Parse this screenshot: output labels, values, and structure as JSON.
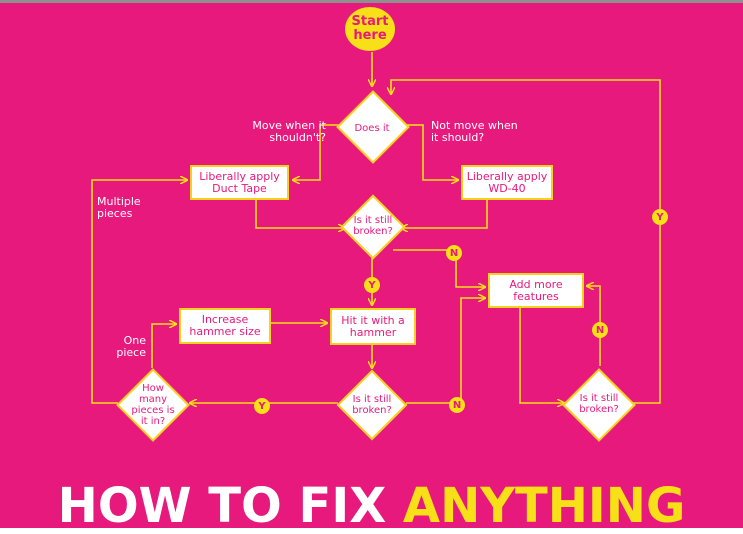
{
  "start": {
    "line1": "Start",
    "line2": "here"
  },
  "decisions": {
    "does_it": "Does it",
    "still_broken_top": {
      "line1": "Is it still",
      "line2": "broken?"
    },
    "still_broken_mid": {
      "line1": "Is it still",
      "line2": "broken?"
    },
    "still_broken_right": {
      "line1": "Is it still",
      "line2": "broken?"
    },
    "how_many": {
      "line1": "How",
      "line2": "many",
      "line3": "pieces is",
      "line4": "it in?"
    }
  },
  "actions": {
    "duct_tape": {
      "line1": "Liberally apply",
      "line2": "Duct Tape"
    },
    "wd40": {
      "line1": "Liberally apply",
      "line2": "WD-40"
    },
    "add_features": {
      "line1": "Add more",
      "line2": "features"
    },
    "increase_hammer": {
      "line1": "Increase",
      "line2": "hammer size"
    },
    "hit_hammer": {
      "line1": "Hit it with a",
      "line2": "hammer"
    }
  },
  "branch_labels": {
    "move_shouldnt": {
      "line1": "Move when it",
      "line2": "shouldn't?"
    },
    "not_move": {
      "line1": "Not move when",
      "line2": "it should?"
    },
    "multiple": {
      "line1": "Multiple",
      "line2": "pieces"
    },
    "one_piece": {
      "line1": "One",
      "line2": "piece"
    }
  },
  "badges": {
    "yes": "Y",
    "no": "N"
  },
  "title": {
    "part1": "HOW TO FIX ",
    "part2": "ANYTHING"
  },
  "colors": {
    "background": "#e8197d",
    "accent": "#f7e018",
    "box": "#ffffff",
    "text_on_box": "#e8197d"
  }
}
